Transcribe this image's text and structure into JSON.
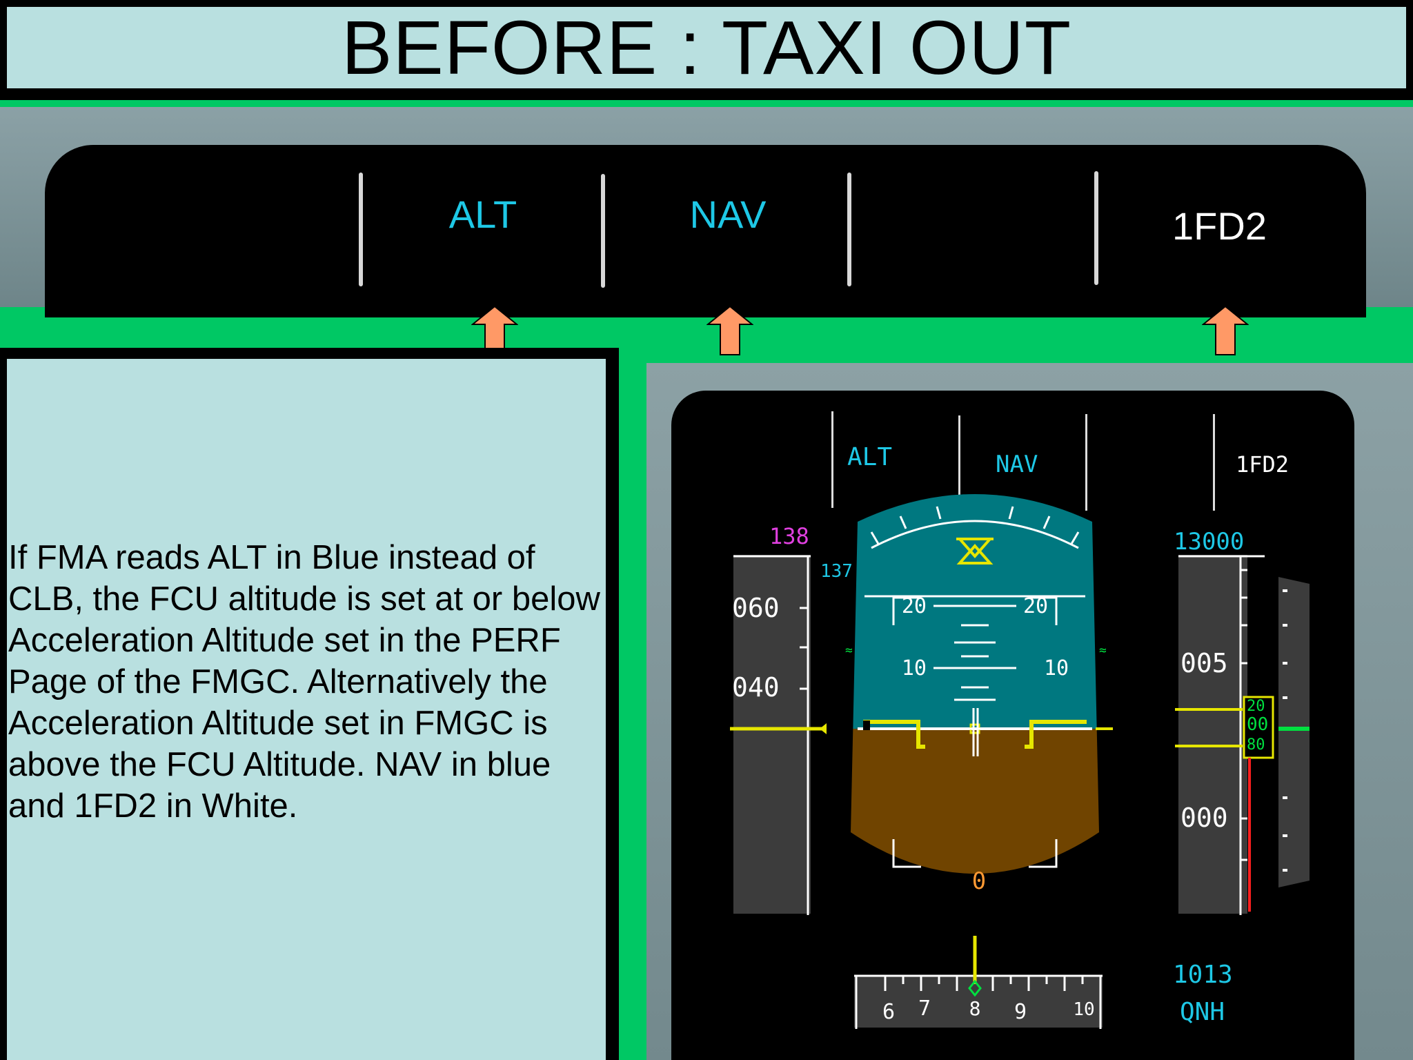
{
  "title": "BEFORE : TAXI OUT",
  "fma": {
    "column2": "ALT",
    "column3": "NAV",
    "column5": "1FD2"
  },
  "explanation": "If FMA reads ALT in Blue instead of CLB, the FCU altitude is set at or below Acceleration Altitude set in the PERF Page of the FMGC. Alternatively the Acceleration Altitude set in FMGC is above the FCU Altitude. NAV in blue and 1FD2 in White.",
  "pfd": {
    "fma": {
      "column2": "ALT",
      "column3": "NAV",
      "column5": "1FD2"
    },
    "speed": {
      "target": "138",
      "current": "137",
      "tick_060": "060",
      "tick_040": "040"
    },
    "altitude": {
      "target": "13000",
      "tick_005": "005",
      "tick_000": "000",
      "window_digits": [
        "20",
        "00",
        "80"
      ]
    },
    "attitude": {
      "pitch_20_left": "20",
      "pitch_20_right": "20",
      "pitch_10_left": "10",
      "pitch_10_right": "10",
      "side_slip": "0"
    },
    "heading": {
      "ticks": [
        "6",
        "7",
        "8",
        "9",
        "10"
      ]
    },
    "baro": {
      "value": "1013",
      "mode": "QNH"
    }
  },
  "colors": {
    "fma_blue": "#1ec8e6",
    "white": "#ffffff",
    "magenta": "#e040e0",
    "yellow": "#e6e600",
    "green": "#00e040",
    "orange": "#ff9933",
    "sky": "#007880",
    "ground": "#704400",
    "arrow": "#ff9966"
  }
}
